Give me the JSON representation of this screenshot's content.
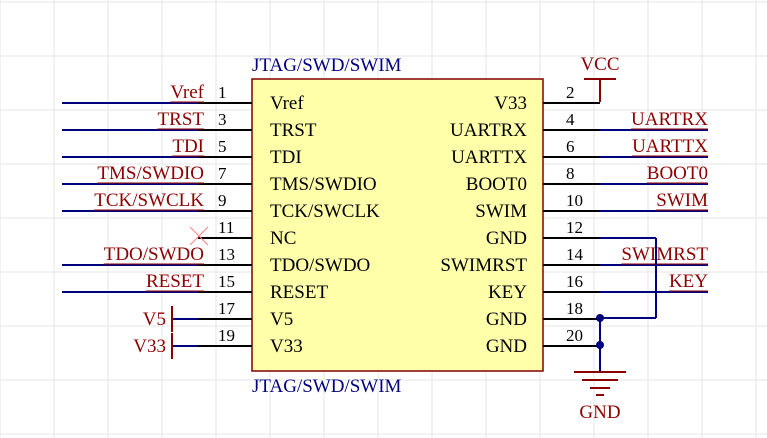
{
  "component": {
    "designator": "JTAG/SWD/SWIM",
    "comment": "JTAG/SWD/SWIM"
  },
  "left_pins": [
    {
      "num": "1",
      "name": "Vref",
      "net": "Vref"
    },
    {
      "num": "3",
      "name": "TRST",
      "net": "TRST"
    },
    {
      "num": "5",
      "name": "TDI",
      "net": "TDI"
    },
    {
      "num": "7",
      "name": "TMS/SWDIO",
      "net": "TMS/SWDIO"
    },
    {
      "num": "9",
      "name": "TCK/SWCLK",
      "net": "TCK/SWCLK"
    },
    {
      "num": "11",
      "name": "NC",
      "net": ""
    },
    {
      "num": "13",
      "name": "TDO/SWDO",
      "net": "TDO/SWDO"
    },
    {
      "num": "15",
      "name": "RESET",
      "net": "RESET"
    },
    {
      "num": "17",
      "name": "V5",
      "net": "V5"
    },
    {
      "num": "19",
      "name": "V33",
      "net": "V33"
    }
  ],
  "right_pins": [
    {
      "num": "2",
      "name": "V33",
      "net": ""
    },
    {
      "num": "4",
      "name": "UARTRX",
      "net": "UARTRX"
    },
    {
      "num": "6",
      "name": "UARTTX",
      "net": "UARTTX"
    },
    {
      "num": "8",
      "name": "BOOT0",
      "net": "BOOT0"
    },
    {
      "num": "10",
      "name": "SWIM",
      "net": "SWIM"
    },
    {
      "num": "12",
      "name": "GND",
      "net": ""
    },
    {
      "num": "14",
      "name": "SWIMRST",
      "net": "SWIMRST"
    },
    {
      "num": "16",
      "name": "KEY",
      "net": "KEY"
    },
    {
      "num": "18",
      "name": "GND",
      "net": ""
    },
    {
      "num": "20",
      "name": "GND",
      "net": ""
    }
  ],
  "power": {
    "vcc": "VCC",
    "gnd": "GND"
  },
  "colors": {
    "body_fill": "#ffffaa",
    "body_stroke": "#800000",
    "wire": "#00007f",
    "net_label": "#8b0000",
    "grid": "#e6e6e6",
    "nc_mark": "#ff8080"
  }
}
